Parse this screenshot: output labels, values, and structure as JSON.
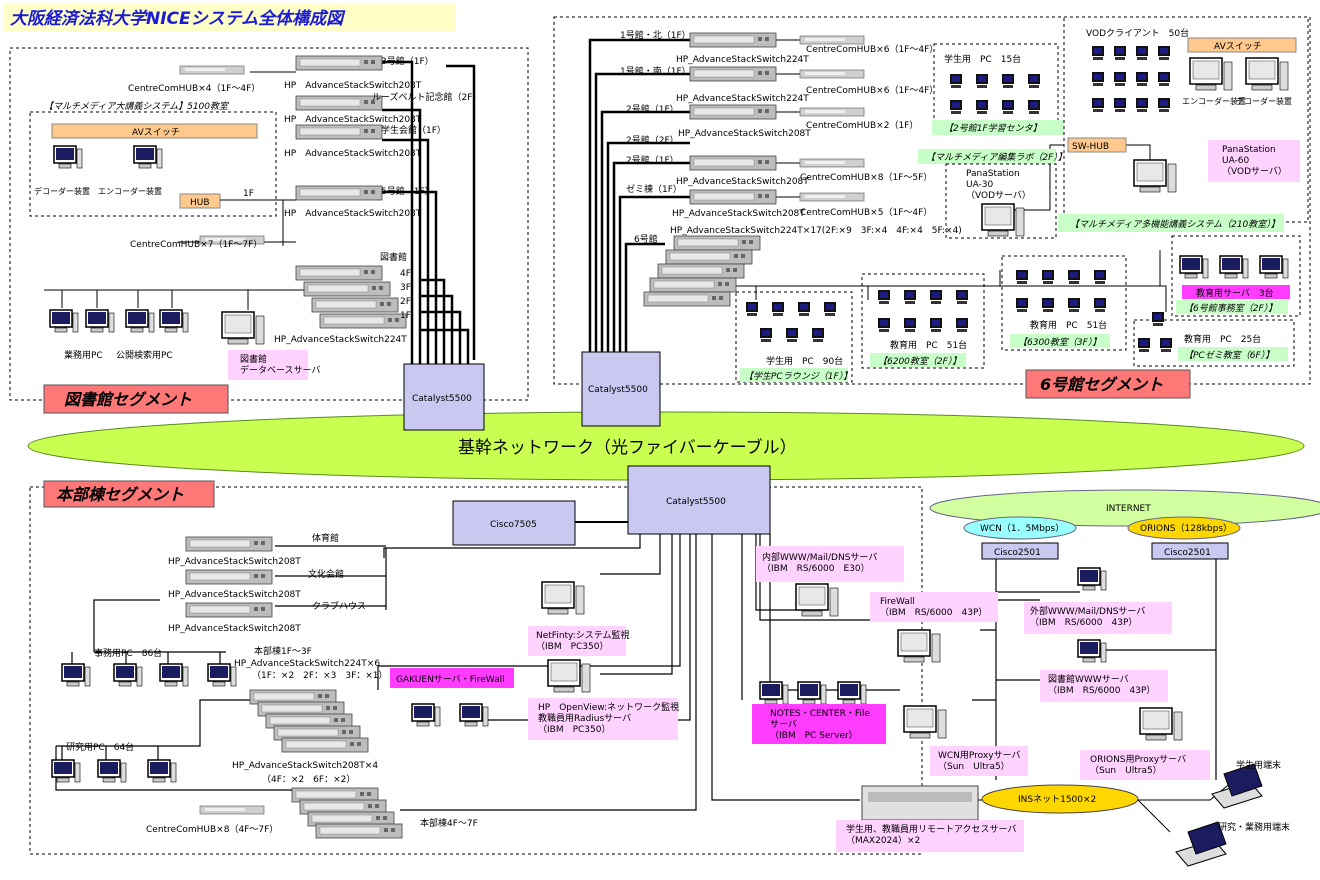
{
  "title": "大阪経済法科大学NICEシステム全体構成図",
  "backbone": "基幹ネットワーク（光ファイバーケーブル）",
  "segments": {
    "library": "図書館セグメント",
    "bldg6": "6号館セグメント",
    "main": "本部棟セグメント"
  },
  "core": {
    "lib_catalyst": "Catalyst5500",
    "b6_catalyst": "Catalyst5500",
    "main_catalyst": "Catalyst5500",
    "cisco7505": "Cisco7505"
  },
  "library": {
    "hub_top": "CentreComHUB×4（1F～4F）",
    "sw1_label": "3号館（1F）",
    "sw1": "HP　AdvanceStackSwitch208T",
    "sw2_label": "ルーズベルト記念館（2F）",
    "sw2": "HP　AdvanceStackSwitch208T",
    "sw3_label": "学生会館（1F）",
    "sw3": "HP　AdvanceStackSwitch208T",
    "mm_room": "【マルチメディア大講義システム】5100教室",
    "av_switch": "AVスイッチ",
    "decoder": "デコーダー装置",
    "encoder": "エンコーダー装置",
    "hub": "HUB",
    "f1": "1F",
    "sw4_label": "5号館（1F）",
    "sw4": "HP　AdvanceStackSwitch208T",
    "hub7": "CentreComHUB×7（1F～7F）",
    "lib_title": "図書館",
    "floor4": "4F",
    "floor3": "3F",
    "floor2": "2F",
    "floor1": "1F",
    "lib_switch": "HP_AdvanceStackSwitch224T",
    "office_pc": "業務用PC",
    "search_pc": "公開検索用PC",
    "db_server": "図書館\nデータベースサーバ"
  },
  "bldg6": {
    "n1": "1号館・北（1F）",
    "n1_sw": "HP_AdvanceStackSwitch224T",
    "n1_hub": "CentreComHUB×6（1F～4F）",
    "n2": "1号館・南（1F）",
    "n2_sw": "HP_AdvanceStackSwitch224T",
    "n2_hub": "CentreComHUB×6（1F～4F）",
    "n3": "2号館（1F）",
    "n3_sw": "HP_AdvanceStackSwitch208T",
    "n3_hub": "CentreComHUB×2（1F）",
    "n4": "2号館（2F）",
    "n5": "2号館（1F）",
    "n5_sw": "HP_AdvanceStackSwitch208T",
    "n5_hub": "CentreComHUB×8（1F～5F）",
    "n6": "ゼミ棟（1F）",
    "n6_sw": "HP_AdvanceStackSwitch208T",
    "n6_hub": "CentreComHUB×5（1F～4F）",
    "n7": "6号館",
    "n7_sw": "HP_AdvanceStackSwitch224T×17(2F:×9　3F:×4　4F:×4　5F:×4)",
    "pc15": "学生用　PC　15台",
    "room_2": "【2号館1F学習センタ】",
    "room_mm_lab": "【マルチメディア編集ラボ（2F）】",
    "pana30": "PanaStation\nUA-30\n（VODサーバ）",
    "vod_client": "VODクライアント　50台",
    "av_switch": "AVスイッチ",
    "encoder": "エンコーダー装置",
    "decoder": "デコーダー装置",
    "sw_hub": "SW-HUB",
    "pana60": "PanaStation\nUA-60\n（VODサーバ）",
    "room_210": "【マルチメディア多機能講義システム（210教室）】",
    "edu_server": "教育用サーバ　3台",
    "room_6office": "【6号館事務室（2F）】",
    "pc90": "学生用　PC　90台",
    "room_lounge": "【学生PCラウンジ（1F）】",
    "pc51a": "教育用　PC　51台",
    "room_6200": "【6200教室（2F）】",
    "pc51b": "教育用　PC　51台",
    "room_6300": "【6300教室（3F）】",
    "pc25": "教育用　PC　25台",
    "room_pc_semi": "【PCゼミ教室（6F）】"
  },
  "main": {
    "sw1_label": "体育館",
    "sw1": "HP_AdvanceStackSwitch208T",
    "sw2_label": "文化会館",
    "sw2": "HP_AdvanceStackSwitch208T",
    "sw3_label": "クラブハウス",
    "sw3": "HP_AdvanceStackSwitch208T",
    "office_pc": "事務用PC　86台",
    "stack1_label": "本部棟1F～3F",
    "stack1": "HP_AdvanceStackSwitch224T×6",
    "stack1_note": "（1F：×2　2F：×3　3F：×1）",
    "gakuen": "GAKUENサーバ・FireWall",
    "research_pc": "研究用PC　64台",
    "stack2": "HP_AdvanceStackSwitch208T×4",
    "stack2_note": "（4F：×2　6F：×2）",
    "hub8": "CentreComHUB×8（4F～7F）",
    "floors47": "本部棟4F～7F",
    "netfinity": "NetFinty:システム監視\n（IBM　PC350）",
    "openview": "HP　OpenView:ネットワーク監視\n教職員用Radiusサーバ\n（IBM　PC350）",
    "notes": "NOTES・CENTER・File\nサーバ\n（IBM　PC Server）",
    "inner_www": "内部WWW/Mail/DNSサーバ\n（IBM　RS/6000　E30）",
    "firewall": "FireWall\n（IBM　RS/6000　43P）",
    "outer_www": "外部WWW/Mail/DNSサーバ\n（IBM　RS/6000　43P）",
    "lib_www": "図書館WWWサーバ\n（IBM　RS/6000　43P）",
    "wcn_proxy": "WCN用Proxyサーバ\n（Sun　Ultra5）",
    "orions_proxy": "ORIONS用Proxyサーバ\n（Sun　Ultra5）",
    "internet": "INTERNET",
    "wcn": "WCN（1．5Mbps）",
    "orions": "ORIONS（128kbps）",
    "cisco2501a": "Cisco2501",
    "cisco2501b": "Cisco2501",
    "ins": "INSネット1500×2",
    "remote": "学生用、教職員用リモートアクセスサーバ\n（MAX2024）×2",
    "student_term": "学生用端末",
    "staff_term": "研究・業務用端末"
  },
  "colors": {
    "title_bg": "#ffffc8",
    "title_text": "#1b1bd6",
    "backbone": "#c8ff50",
    "catalyst": "#c8c8f0",
    "pink": "#ffd2ff",
    "magenta": "#ff3cff",
    "green_label": "#c8ffc8",
    "orange": "#ffc88c",
    "segment_label": "#ff7878",
    "internet": "#d2ffa0",
    "ins": "#ffd700"
  }
}
